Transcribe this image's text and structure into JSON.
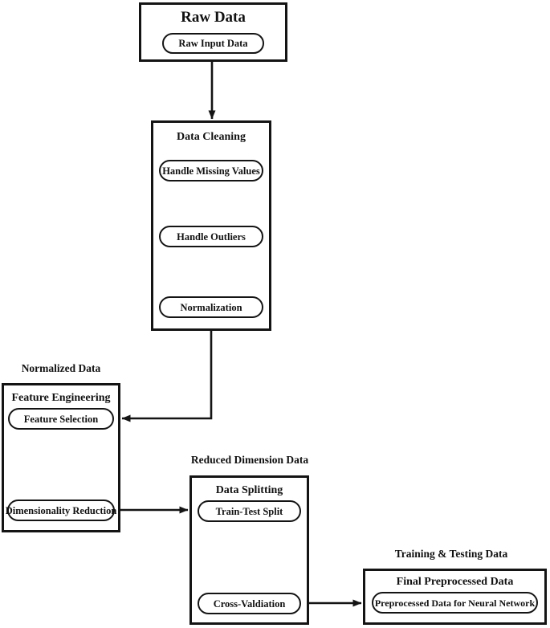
{
  "diagram": {
    "type": "flowchart",
    "subject": "Data preprocessing pipeline for neural network",
    "colors": {
      "line": "#141414",
      "background": "#ffffff",
      "node_fill": "#ffffff",
      "text": "#111111"
    },
    "nodes": {
      "raw_data": {
        "title": "Raw Data",
        "pills": [
          "Raw Input Data"
        ]
      },
      "data_cleaning": {
        "title": "Data Cleaning",
        "pills": [
          "Handle Missing Values",
          "Handle Outliers",
          "Normalization"
        ]
      },
      "feature_engineering": {
        "label_above": "Normalized Data",
        "title": "Feature Engineering",
        "pills": [
          "Feature Selection",
          "Dimensionality Reduction"
        ]
      },
      "data_splitting": {
        "label_above": "Reduced Dimension Data",
        "title": "Data Splitting",
        "pills": [
          "Train-Test Split",
          "Cross-Valdiation"
        ]
      },
      "final_preprocessed_data": {
        "label_above": "Training & Testing Data",
        "title": "Final Preprocessed Data",
        "pills": [
          "Preprocessed Data for Neural Network"
        ]
      }
    },
    "edges": [
      {
        "from": "Raw Data",
        "to": "Data Cleaning"
      },
      {
        "from": "Handle Missing Values",
        "to": "Handle Outliers"
      },
      {
        "from": "Handle Outliers",
        "to": "Normalization"
      },
      {
        "from": "Data Cleaning",
        "to": "Feature Selection"
      },
      {
        "from": "Feature Selection",
        "to": "Dimensionality Reduction"
      },
      {
        "from": "Dimensionality Reduction",
        "to": "Train-Test Split"
      },
      {
        "from": "Train-Test Split",
        "to": "Cross-Valdiation"
      },
      {
        "from": "Cross-Valdiation",
        "to": "Preprocessed Data for Neural Network"
      }
    ]
  }
}
